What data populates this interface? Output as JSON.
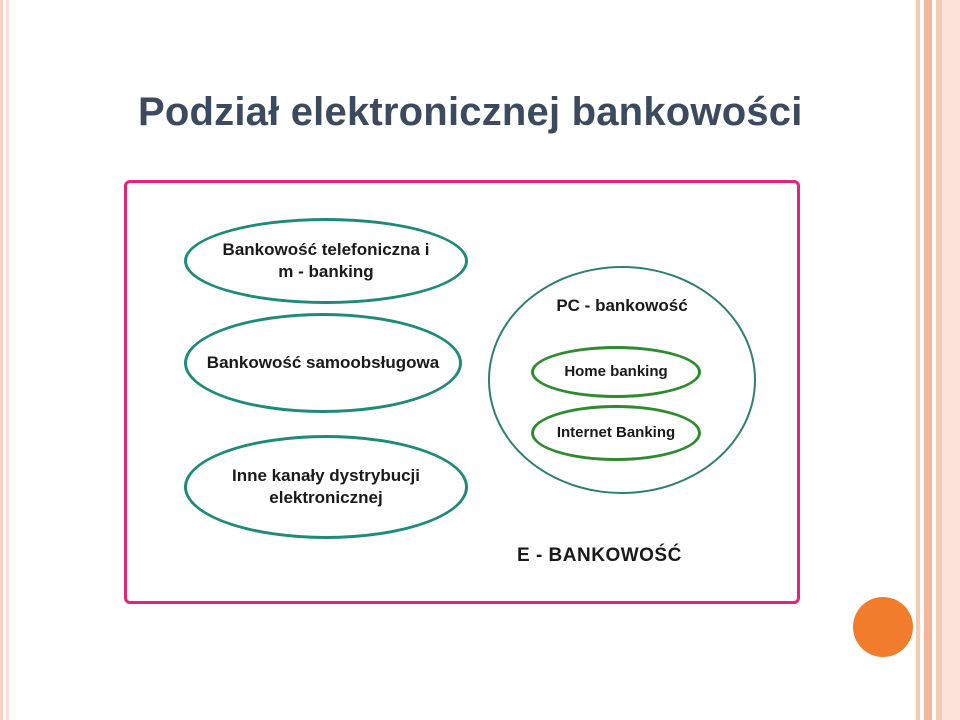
{
  "slide": {
    "title": "Podział elektronicznej bankowości"
  },
  "diagram": {
    "nodes": [
      {
        "id": "phone",
        "lines": [
          "Bankowość telefoniczna i",
          "m - banking"
        ]
      },
      {
        "id": "self",
        "lines": [
          "Bankowość samoobsługowa"
        ]
      },
      {
        "id": "other",
        "lines": [
          "Inne kanały dystrybucji",
          "elektronicznej"
        ]
      }
    ],
    "pc_group": {
      "label": "PC - bankowość",
      "children": [
        "Home banking",
        "Internet Banking"
      ]
    },
    "outer_label": "E - BANKOWOŚĆ",
    "colors": {
      "frame": "#e2257a",
      "teal_outline": "#1e8a7a",
      "green_outline": "#2e8b2e",
      "title_text": "#3b4a5f",
      "accent_dot": "#f07c2c"
    }
  }
}
